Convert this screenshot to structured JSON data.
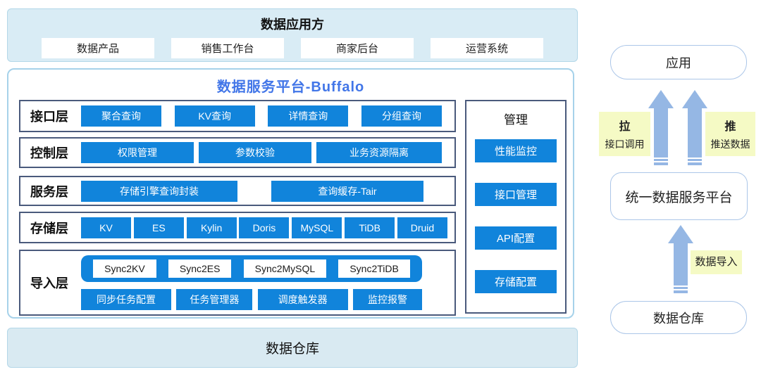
{
  "consumers": {
    "title": "数据应用方",
    "items": [
      "数据产品",
      "销售工作台",
      "商家后台",
      "运营系统"
    ]
  },
  "platform": {
    "title": "数据服务平台-Buffalo",
    "layers": [
      {
        "label": "接口层",
        "buttons": [
          "聚合查询",
          "KV查询",
          "详情查询",
          "分组查询"
        ]
      },
      {
        "label": "控制层",
        "buttons": [
          "权限管理",
          "参数校验",
          "业务资源隔离"
        ]
      },
      {
        "label": "服务层",
        "buttons": [
          "存储引擎查询封装",
          "查询缓存-Tair"
        ]
      },
      {
        "label": "存储层",
        "buttons": [
          "KV",
          "ES",
          "Kylin",
          "Doris",
          "MySQL",
          "TiDB",
          "Druid"
        ]
      },
      {
        "label": "导入层",
        "sync_tools": [
          "Sync2KV",
          "Sync2ES",
          "Sync2MySQL",
          "Sync2TiDB"
        ],
        "buttons": [
          "同步任务配置",
          "任务管理器",
          "调度触发器",
          "监控报警"
        ]
      }
    ],
    "management": {
      "title": "管理",
      "buttons": [
        "性能监控",
        "接口管理",
        "API配置",
        "存储配置"
      ]
    }
  },
  "warehouse": {
    "title": "数据仓库"
  },
  "flow": {
    "app": "应用",
    "pull": {
      "label": "拉",
      "sub": "接口调用"
    },
    "push": {
      "label": "推",
      "sub": "推送数据"
    },
    "unified": "统一数据服务平台",
    "import_label": "数据导入",
    "warehouse": "数据仓库"
  },
  "colors": {
    "accent_blue": "#1184db",
    "title_blue": "#4276e8",
    "arrow_blue": "#95b7e4",
    "highlight_yellow": "#f5fac5",
    "panel_blue_bg": "#d9ecf5",
    "panel_blue_border": "#a6d2ea",
    "layer_border": "#4a5a7c"
  }
}
